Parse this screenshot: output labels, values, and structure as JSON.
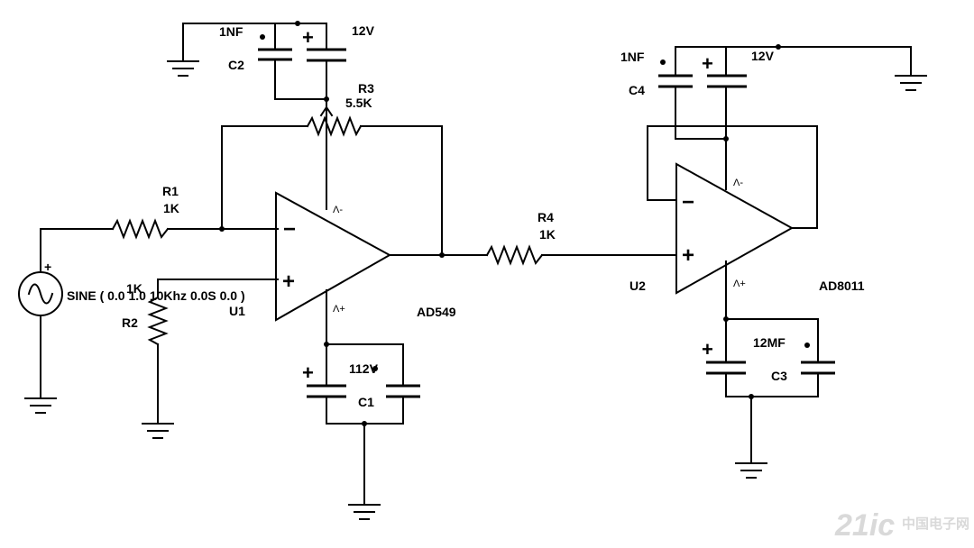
{
  "components": {
    "r1": {
      "name": "R1",
      "value": "1K"
    },
    "r2": {
      "name": "R2",
      "value": "1K"
    },
    "r3": {
      "name": "R3",
      "value": "5.5K"
    },
    "r4": {
      "name": "R4",
      "value": "1K"
    },
    "c1": {
      "name": "C1",
      "value": "112V"
    },
    "c2": {
      "name": "C2",
      "value": "1NF"
    },
    "c3": {
      "name": "C3",
      "value": "12MF"
    },
    "c4": {
      "name": "C4",
      "value": "1NF"
    },
    "u1": {
      "name": "U1",
      "part": "AD549"
    },
    "u2": {
      "name": "U2",
      "part": "AD8011"
    },
    "source": {
      "label": "SINE ( 0.0 1.0 10Khz 0.0S 0.0 )"
    },
    "supply_top_left": "12V",
    "supply_top_right": "12V"
  },
  "pins": {
    "minus": "−",
    "plus": "+",
    "vminus": "Λ-",
    "vplus": "Λ+"
  },
  "watermark": {
    "logo": "21ic",
    "text": "中国电子网"
  }
}
